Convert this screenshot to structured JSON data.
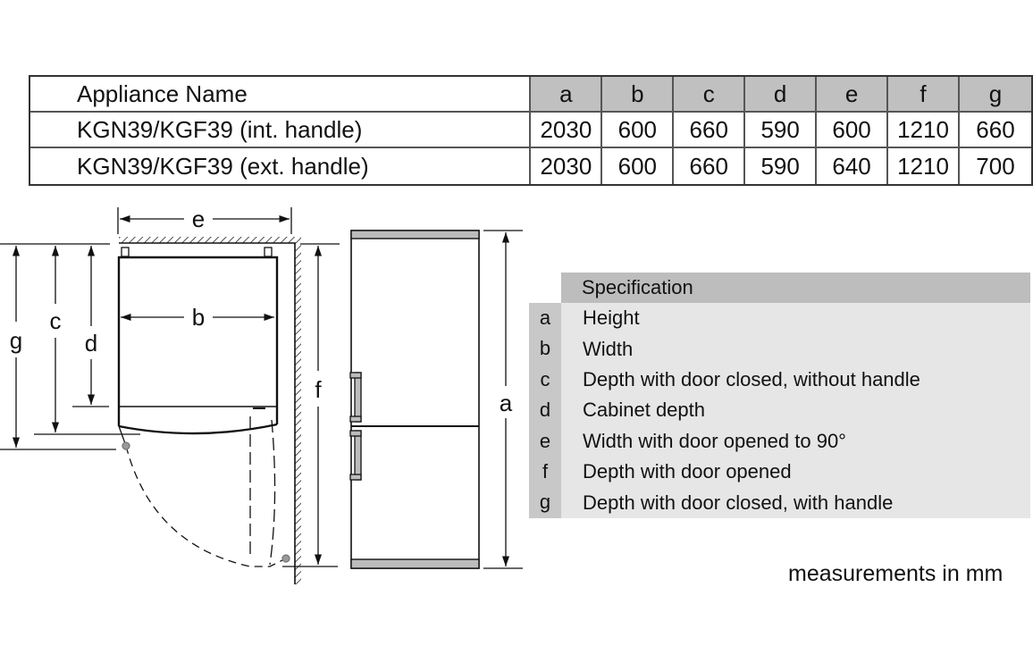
{
  "dimension_table": {
    "headers": [
      "Appliance Name",
      "a",
      "b",
      "c",
      "d",
      "e",
      "f",
      "g"
    ],
    "rows": [
      {
        "name": "KGN39/KGF39 (int. handle)",
        "values": [
          "2030",
          "600",
          "660",
          "590",
          "600",
          "1210",
          "660"
        ]
      },
      {
        "name": "KGN39/KGF39 (ext. handle)",
        "values": [
          "2030",
          "600",
          "660",
          "590",
          "640",
          "1210",
          "700"
        ]
      }
    ]
  },
  "specification": {
    "title": "Specification",
    "items": [
      {
        "letter": "a",
        "text": "Height"
      },
      {
        "letter": "b",
        "text": "Width"
      },
      {
        "letter": "c",
        "text": "Depth with door closed, without handle"
      },
      {
        "letter": "d",
        "text": "Cabinet depth"
      },
      {
        "letter": "e",
        "text": "Width with door opened to 90°"
      },
      {
        "letter": "f",
        "text": "Depth with door opened"
      },
      {
        "letter": "g",
        "text": "Depth with door closed, with handle"
      }
    ]
  },
  "diagram": {
    "labels": {
      "a": "a",
      "b": "b",
      "c": "c",
      "d": "d",
      "e": "e",
      "f": "f",
      "g": "g"
    }
  },
  "note": "measurements in mm",
  "colors": {
    "header_gray": "#c0c0c0",
    "spec_body": "#e6e6e6",
    "spec_letter": "#c8c8c8"
  }
}
